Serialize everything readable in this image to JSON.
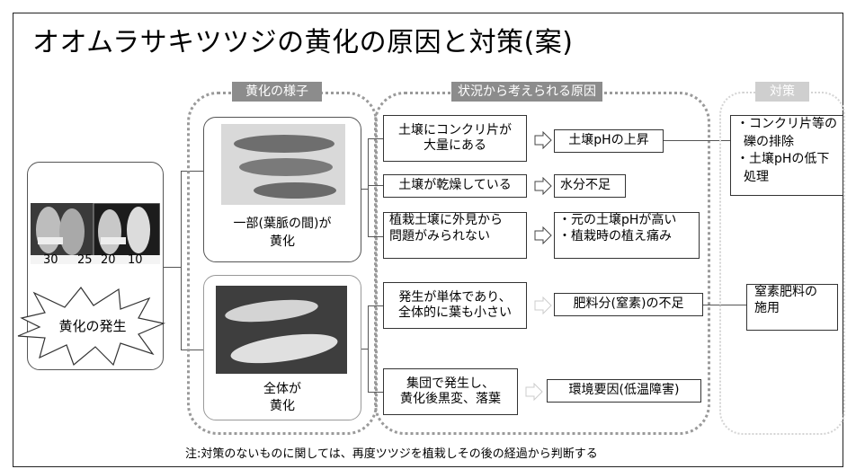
{
  "title": "オオムラサキツツジの黄化の原因と対策(案)",
  "sections": {
    "symptoms": "黄化の様子",
    "causes": "状況から考えられる原因",
    "measures": "対策"
  },
  "trigger": "黄化の発生",
  "photo_scale": {
    "numbers": [
      "30",
      "25",
      "20",
      "10"
    ]
  },
  "symptom_partial": {
    "line1": "一部(葉脈の間)が",
    "line2": "黄化"
  },
  "symptom_whole": {
    "line1": "全体が",
    "line2": "黄化"
  },
  "situations": [
    {
      "line1": "土壌にコンクリ片が",
      "line2": "大量にある"
    },
    {
      "line1": "土壌が乾燥している",
      "line2": ""
    },
    {
      "line1": "植栽土壌に外見から",
      "line2": "問題がみられない"
    },
    {
      "line1": "発生が単体であり、",
      "line2": "全体的に葉も小さい"
    },
    {
      "line1": "集団で発生し、",
      "line2": "黄化後黒変、落葉"
    }
  ],
  "causes": [
    {
      "line1": "土壌pHの上昇",
      "line2": ""
    },
    {
      "line1": "水分不足",
      "line2": ""
    },
    {
      "line1": "・元の土壌pHが高い",
      "line2": "・植栽時の植え痛み"
    },
    {
      "line1": "肥料分(窒素)の不足",
      "line2": ""
    },
    {
      "line1": "環境要因(低温障害)",
      "line2": ""
    }
  ],
  "measures": [
    {
      "line1": "・コンクリ片等の",
      "line2": "礫の排除",
      "line3": "・土壌pHの低下",
      "line4": "処理"
    },
    {
      "line1": "窒素肥料の",
      "line2": "施用"
    }
  ],
  "note": "注:対策のないものに関しては、再度ツツジを植栽しその後の経過から判断する"
}
